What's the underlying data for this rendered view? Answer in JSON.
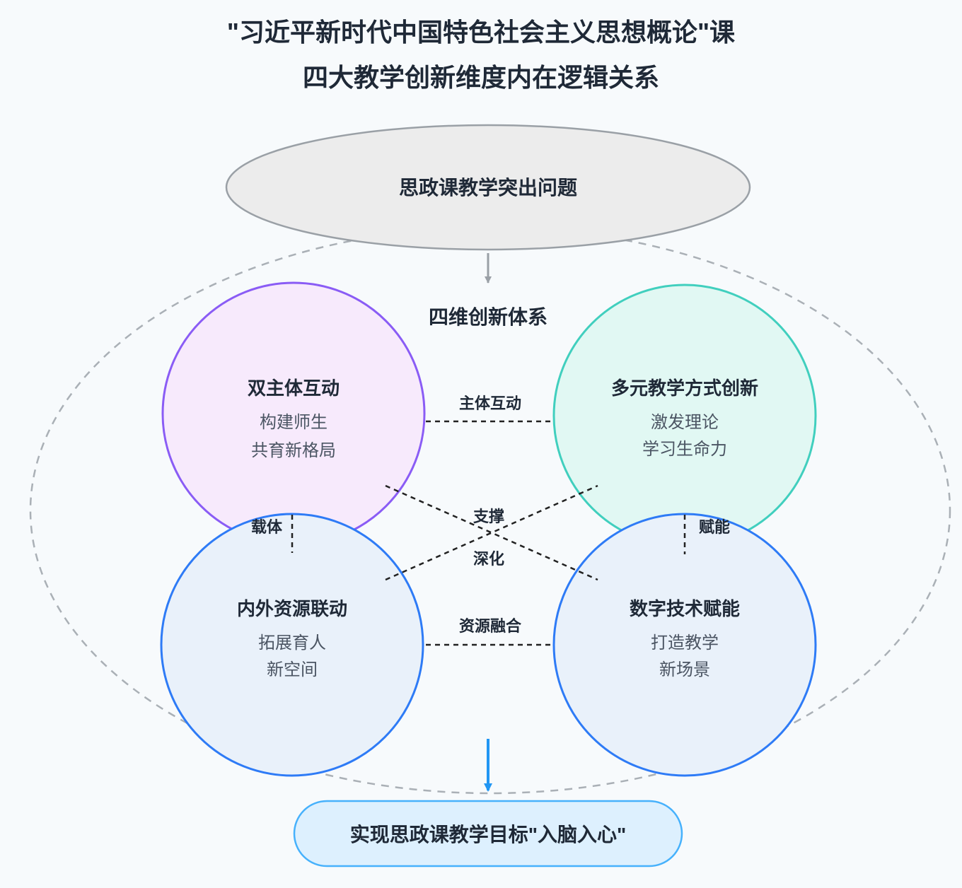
{
  "title": {
    "line1": "\"习近平新时代中国特色社会主义思想概论\"课",
    "line2": "四大教学创新维度内在逻辑关系"
  },
  "problem": {
    "label": "思政课教学突出问题",
    "fill": "#ececec",
    "stroke": "#9aa0a6"
  },
  "system_label": "四维创新体系",
  "circles": [
    {
      "name": "dual-subject-interaction",
      "title": "双主体互动",
      "line1": "构建师生",
      "line2": "共育新格局",
      "stroke": "#8a5cf5",
      "fill": "#f7eafc"
    },
    {
      "name": "diverse-teaching-innovation",
      "title": "多元教学方式创新",
      "line1": "激发理论",
      "line2": "学习生命力",
      "stroke": "#41cfbe",
      "fill": "#e1f8f3"
    },
    {
      "name": "internal-external-resource-linkage",
      "title": "内外资源联动",
      "line1": "拓展育人",
      "line2": "新空间",
      "stroke": "#2e7bf6",
      "fill": "#e9f1fa"
    },
    {
      "name": "digital-technology-empowerment",
      "title": "数字技术赋能",
      "line1": "打造教学",
      "line2": "新场景",
      "stroke": "#2e7bf6",
      "fill": "#e9f1fa"
    }
  ],
  "connections": {
    "top": "主体互动",
    "left": "载体",
    "right": "赋能",
    "support": "支撑",
    "deepen": "深化",
    "bottom": "资源融合"
  },
  "goal": {
    "label": "实现思政课教学目标\"入脑入心\"",
    "fill": "#ddf0fe",
    "stroke": "#46b1fc"
  },
  "colors": {
    "background": "#f7fafc",
    "gray_arrow": "#9aa0a6",
    "blue_arrow": "#2196f3",
    "outer_dashed_ellipse": "#aab0b6",
    "connector_dash": "#222222",
    "title_text": "#1f2937",
    "subtitle_text": "#4b5563"
  }
}
